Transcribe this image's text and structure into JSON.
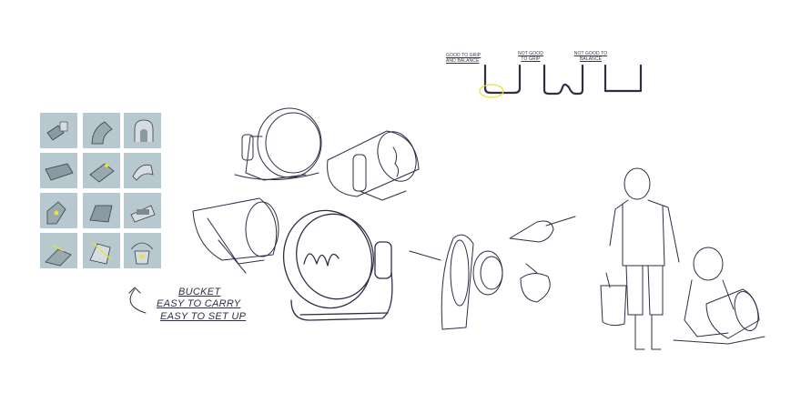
{
  "grip_notes": {
    "good": "GOOD TO GRIP AND BALANCE",
    "not_good_grip": "NOT GOOD TO GRIP",
    "not_good_balance": "NOT GOOD TO BALANCE"
  },
  "caption": {
    "line1": "BUCKET",
    "line2": "EASY TO CARRY",
    "line3": "EASY TO SET UP"
  },
  "colors": {
    "ink": "#2d2f47",
    "thumb_bg": "#b7c9cf",
    "highlight": "#e8e23a"
  }
}
